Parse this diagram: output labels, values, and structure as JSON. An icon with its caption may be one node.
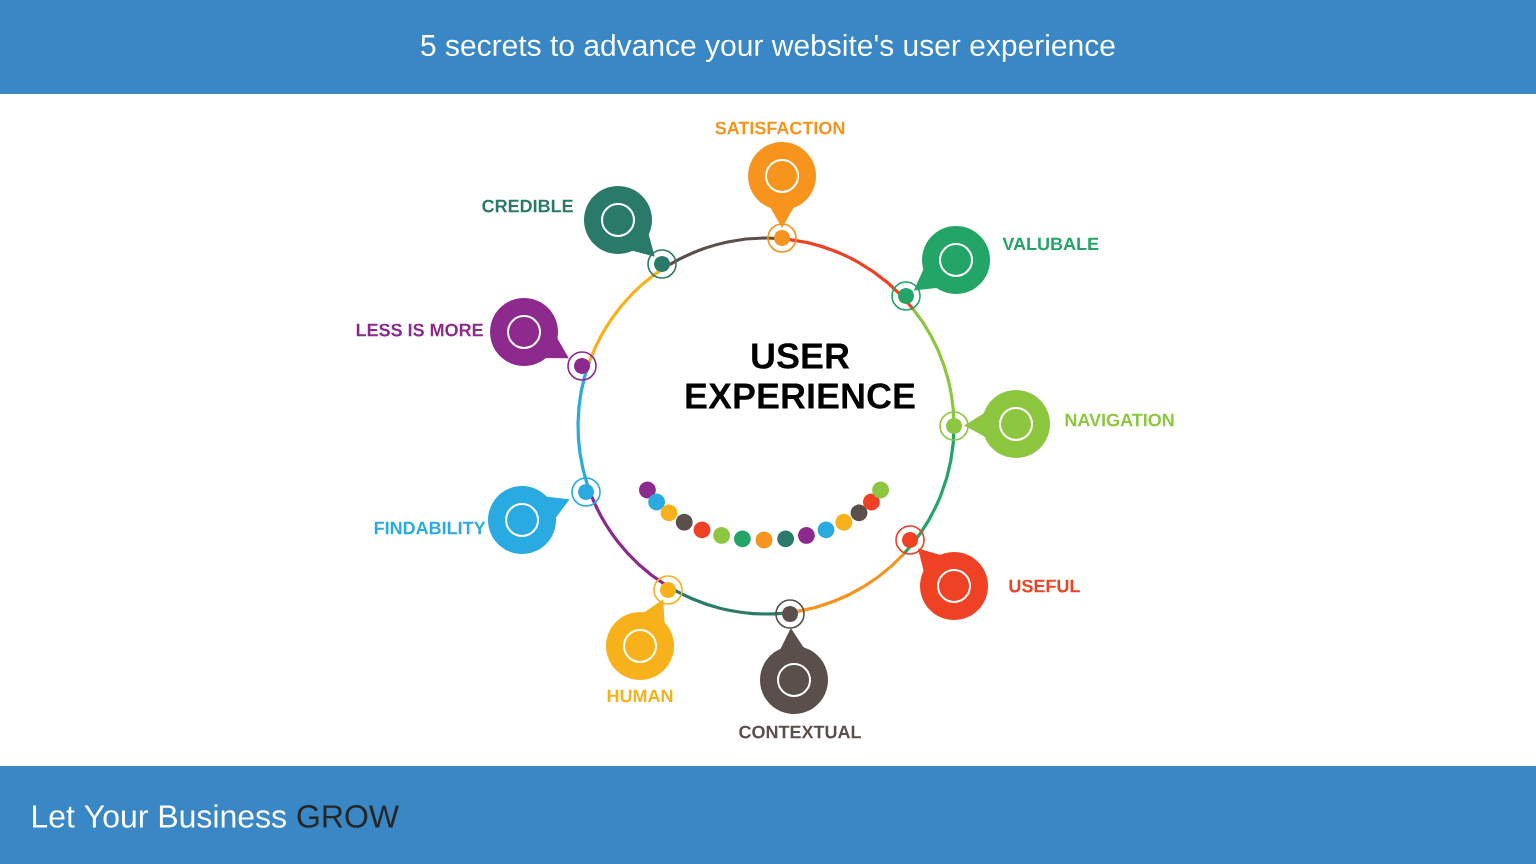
{
  "diagram": {
    "title": "5 secrets to advance your website's user experience",
    "nodes": [
      {
        "text": [
          "USER EXPERIENCE"
        ]
      },
      {
        "text": [
          "SATISFACTION"
        ]
      },
      {
        "text": [
          "CREDIBLE"
        ]
      },
      {
        "text": [
          "VALUBALE"
        ]
      },
      {
        "text": [
          "LESS IS MORE"
        ]
      },
      {
        "text": [
          "NAVIGATION"
        ]
      },
      {
        "text": [
          "FINDABILITY"
        ]
      },
      {
        "text": [
          "USEFUL"
        ]
      },
      {
        "text": [
          "HUMAN"
        ]
      },
      {
        "text": [
          "CONTEXTUAL"
        ]
      }
    ],
    "edges": [],
    "labels": [
      "Let Your Business",
      "GROW"
    ]
  }
}
